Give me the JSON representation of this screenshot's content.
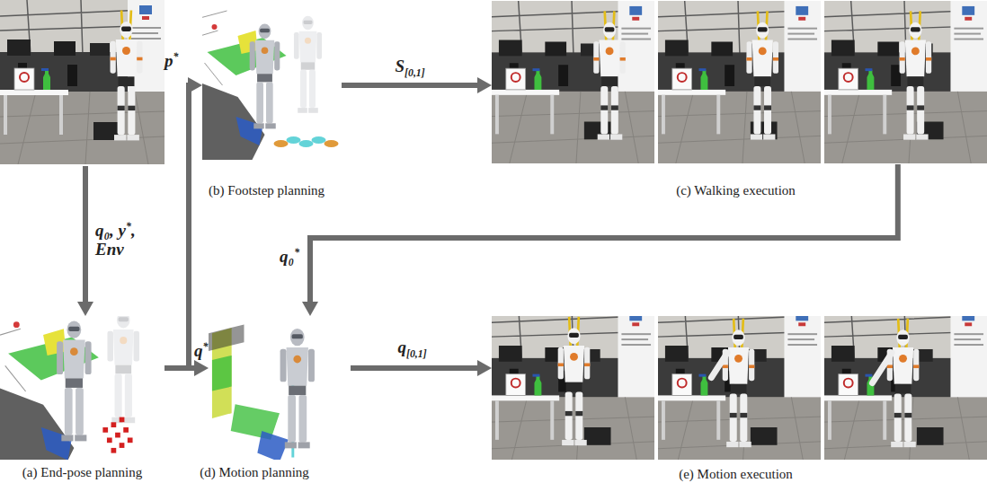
{
  "diagram": {
    "nodes": [
      {
        "text": [
          "(a) End-pose planning"
        ]
      },
      {
        "text": [
          "(b) Footstep planning"
        ]
      },
      {
        "text": [
          "(c) Walking execution"
        ]
      },
      {
        "text": [
          "(d) Motion planning"
        ]
      },
      {
        "text": [
          "(e) Motion execution"
        ]
      }
    ],
    "edges": [
      {
        "from": 0,
        "to": 1,
        "label": "p*",
        "arrow": "to"
      },
      {
        "from": 0,
        "to": 3,
        "label": "q*",
        "arrow": "to"
      },
      {
        "from": 1,
        "to": 2,
        "label": "S[0,1]",
        "arrow": "to"
      },
      {
        "from": 2,
        "to": 3,
        "label": "q₀*",
        "arrow": "to"
      },
      {
        "from": 3,
        "to": 4,
        "label": "q[0,1]",
        "arrow": "to"
      }
    ],
    "labels": [
      "q₀, y*, Env"
    ]
  }
}
